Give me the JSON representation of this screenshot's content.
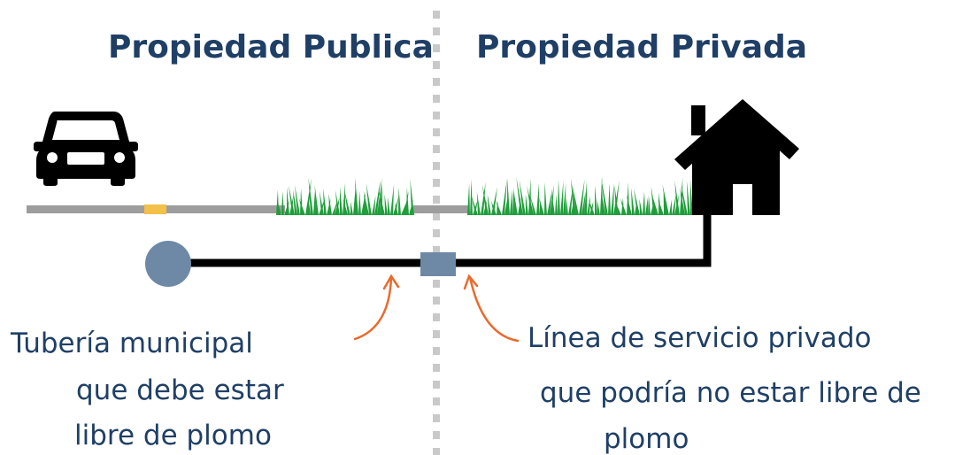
{
  "titles": {
    "public": "Propiedad Publica",
    "private": "Propiedad Privada"
  },
  "captions": {
    "public": [
      "Tubería municipal",
      "que debe estar",
      "libre de plomo"
    ],
    "private": [
      "Línea de servicio privado",
      "que podría no estar libre de",
      "plomo"
    ]
  },
  "icons": {
    "car": "car-icon",
    "house": "house-icon",
    "grass": "grass-icon",
    "main": "water-main-circle",
    "valve": "curb-stop-box"
  },
  "colors": {
    "title": "#1f3f66",
    "road": "#9d9d9d",
    "road_marking": "#f3c04a",
    "grass": "#1f9e3a",
    "pipe": "#000000",
    "main_pipe": "#6e89a6",
    "arrow": "#ea6a2c",
    "divider": "#c9c9c9"
  }
}
